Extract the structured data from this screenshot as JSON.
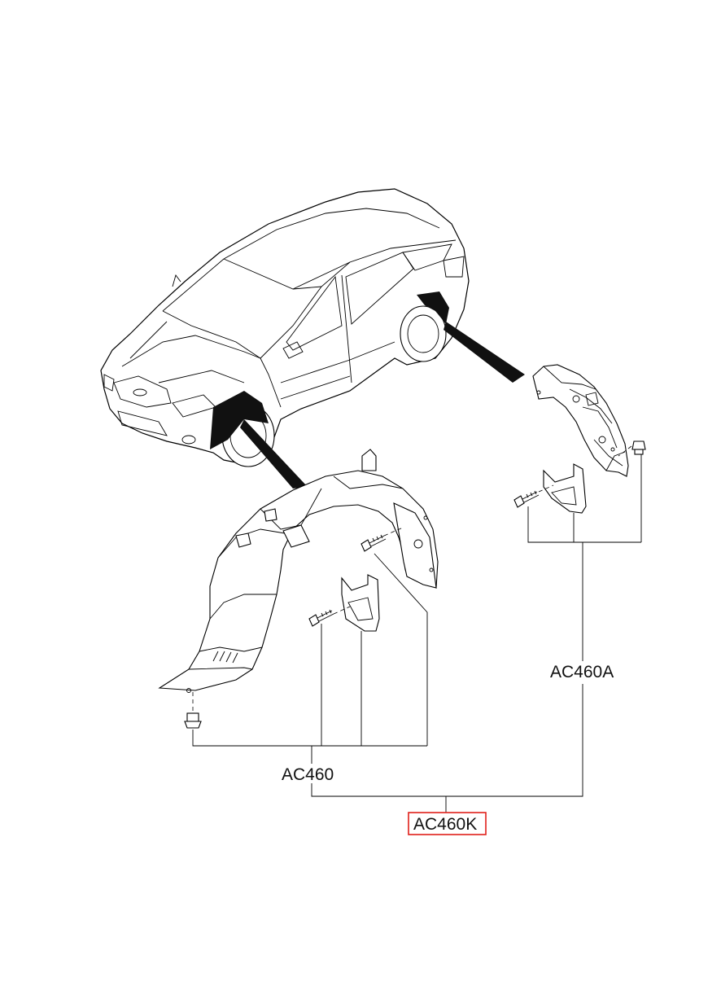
{
  "diagram": {
    "labels": {
      "front_assembly": "AC460",
      "rear_assembly": "AC460A",
      "kit": "AC460K"
    },
    "colors": {
      "line": "#000000",
      "highlight": "#e0201a",
      "text": "#111111"
    },
    "highlighted_label": "kit"
  }
}
